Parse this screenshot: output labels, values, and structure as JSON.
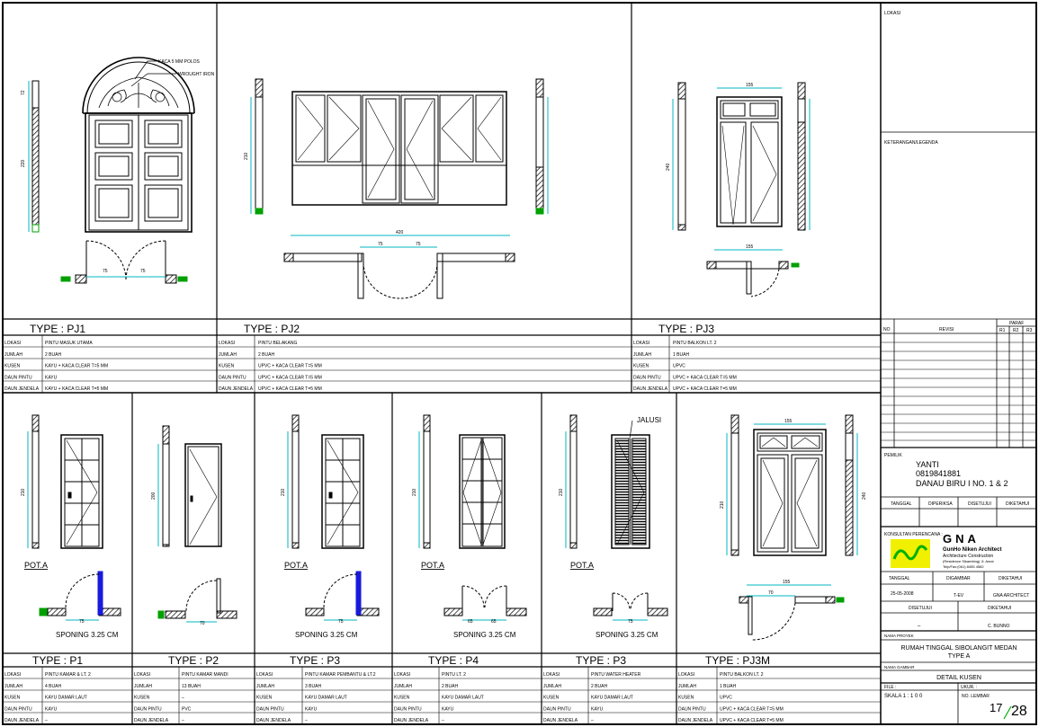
{
  "colors": {
    "line": "#000000",
    "dim": "#00b7c3",
    "accent": "#00a000",
    "hatch": "#7a5a2a",
    "blue": "#1a1adc",
    "yellow": "#f0f000",
    "logo_text": "#00b000"
  },
  "top_panels": [
    {
      "type": "TYPE  :  PJ1",
      "rows": [
        [
          "LOKASI",
          "PINTU MASUK UTAMA"
        ],
        [
          "JUMLAH",
          "2 BUAH"
        ],
        [
          "KUSEN",
          "KAYU + KACA CLEAR T=5 MM"
        ],
        [
          "DAUN PINTU",
          "KAYU"
        ],
        [
          "DAUN JENDELA",
          "KAYU + KACA CLEAR T=5 MM"
        ]
      ]
    },
    {
      "type": "TYPE  :  PJ2",
      "rows": [
        [
          "LOKASI",
          "PINTU BELAKANG"
        ],
        [
          "JUMLAH",
          "2 BUAH"
        ],
        [
          "KUSEN",
          "UPVC + KACA CLEAR T=5 MM"
        ],
        [
          "DAUN PINTU",
          "UPVC + KACA CLEAR T=5 MM"
        ],
        [
          "DAUN JENDELA",
          "UPVC + KACA CLEAR T=5 MM"
        ]
      ]
    },
    {
      "type": "TYPE  :  PJ3",
      "rows": [
        [
          "LOKASI",
          "PINTU BALKON LT. 2"
        ],
        [
          "JUMLAH",
          "1 BUAH"
        ],
        [
          "KUSEN",
          "UPVC"
        ],
        [
          "DAUN PINTU",
          "UPVC + KACA CLEAR T=5 MM"
        ],
        [
          "DAUN JENDELA",
          "UPVC + KACA CLEAR T=5 MM"
        ]
      ]
    }
  ],
  "bottom_panels": [
    {
      "type": "TYPE  :  P1",
      "rows": [
        [
          "LOKASI",
          "PINTU KAMAR & LT. 2"
        ],
        [
          "JUMLAH",
          "4 BUAH"
        ],
        [
          "KUSEN",
          "KAYU DAMAR LAUT"
        ],
        [
          "DAUN PINTU",
          "KAYU"
        ],
        [
          "DAUN JENDELA",
          "–"
        ]
      ]
    },
    {
      "type": "TYPE  :  P2",
      "rows": [
        [
          "LOKASI",
          "PINTU KAMAR MANDI"
        ],
        [
          "JUMLAH",
          "13 BUAH"
        ],
        [
          "KUSEN",
          "–"
        ],
        [
          "DAUN PINTU",
          "PVC"
        ],
        [
          "DAUN JENDELA",
          "–"
        ]
      ]
    },
    {
      "type": "TYPE  :  P3",
      "rows": [
        [
          "LOKASI",
          "PINTU KAMAR PEMBANTU & LT.2"
        ],
        [
          "JUMLAH",
          "3 BUAH"
        ],
        [
          "KUSEN",
          "KAYU DAMAR LAUT"
        ],
        [
          "DAUN PINTU",
          "KAYU"
        ],
        [
          "DAUN JENDELA",
          "–"
        ]
      ]
    },
    {
      "type": "TYPE  :  P4",
      "rows": [
        [
          "LOKASI",
          "PINTU LT. 2"
        ],
        [
          "JUMLAH",
          "2 BUAH"
        ],
        [
          "KUSEN",
          "KAYU DAMAR LAUT"
        ],
        [
          "DAUN PINTU",
          "KAYU"
        ],
        [
          "DAUN JENDELA",
          "–"
        ]
      ]
    },
    {
      "type": "TYPE  :  P3",
      "rows": [
        [
          "LOKASI",
          "PINTU WATER HEATER"
        ],
        [
          "JUMLAH",
          "2 BUAH"
        ],
        [
          "KUSEN",
          "KAYU DAMAR LAUT"
        ],
        [
          "DAUN PINTU",
          "KAYU"
        ],
        [
          "DAUN JENDELA",
          "–"
        ]
      ]
    },
    {
      "type": "TYPE  :  PJ3M",
      "rows": [
        [
          "LOKASI",
          "PINTU BALKON LT. 2"
        ],
        [
          "JUMLAH",
          "1 BUAH"
        ],
        [
          "KUSEN",
          "UPVC"
        ],
        [
          "DAUN PINTU",
          "UPVC + KACA CLEAR T=5 MM"
        ],
        [
          "DAUN JENDELA",
          "UPVC + KACA CLEAR T=5 MM"
        ]
      ]
    }
  ],
  "annotations": {
    "kaca": "KACA 5 MM POLOS",
    "wrought": "WROUGHT IRON",
    "jalusi": "JALUSI",
    "pota": "POT.A",
    "sponing": "SPONING 3.25 CM"
  },
  "dims": {
    "pj1_h": "220",
    "pj1_top": "72",
    "pj1_w1": "75",
    "pj1_w2": "75",
    "pj2_h": "210",
    "pj2_total": "420",
    "pj2_a": "75",
    "pj2_b": "75",
    "pj3_w": "155",
    "pj3_h": "240",
    "pj3_c": "70",
    "d210": "210",
    "d200": "200",
    "d70": "70",
    "d75": "75",
    "d65": "65",
    "d155": "155",
    "d240": "240"
  },
  "title_block": {
    "lokasi": "LOKASI",
    "keterangan": "KETERANGAN/LEGENDA",
    "no": "NO",
    "revisi": "REVISI",
    "paraf": "PARAF",
    "r1": "R1",
    "r2": "R2",
    "r3": "R3",
    "pemilik": "PEMILIK",
    "owner_name": "YANTI",
    "owner_phone": "0819841881",
    "owner_addr": "DANAU BIRU I NO. 1 & 2",
    "tanggal": "TANGGAL",
    "diperiksa": "DIPERIKSA",
    "disetujui": "DISETUJUI",
    "diketahui": "DIKETAHUI",
    "konsultan": "KONSULTAN PERENCANA :",
    "logo": "GNA",
    "firm": "GunHo Niken Architect",
    "firm2": "Architecture  Construction",
    "firm3": "(Residence Sikambing) Jl. Amal",
    "firm4": "Telp/Fax:(061) 8455 4582",
    "c_tanggal": "TANGGAL",
    "c_digambar": "DIGAMBAR",
    "c_diketahui": "DIKETAHUI",
    "date": "25-05-2008",
    "drawer": "T-EV",
    "approver": "GNA ARCHITECT",
    "c_disetujui": "DISETUJUI",
    "c_diketahui2": "DIKETAHUI",
    "c_dash": "–",
    "c_name": "C. BUNNO",
    "nama_proyek": "NAMA PROYEK",
    "proyek1": "RUMAH TINGGAL SIBOLANGIT MEDAN",
    "proyek2": "TYPE A",
    "nama_gambar": "NAMA GAMBAR",
    "gambar": "DETAIL KUSEN",
    "file": "FILE :",
    "ukuran": "UKUR. :",
    "skala": "SKALA  1 : 1 0 0",
    "no_lembar": "NO. LEMBAR",
    "sheet_no": "17",
    "sheet_total": "28"
  }
}
